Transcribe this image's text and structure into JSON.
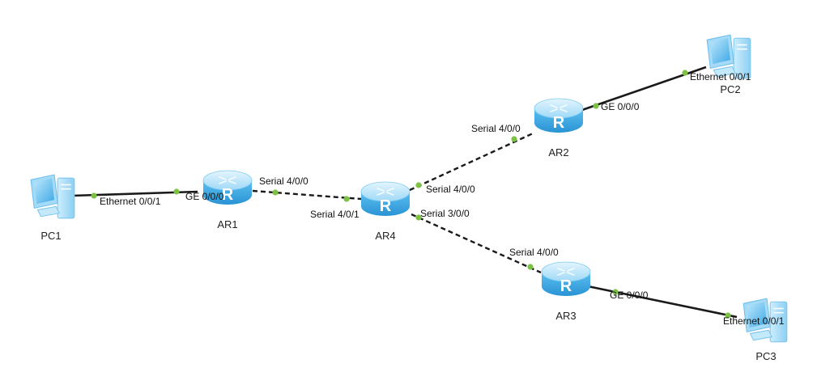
{
  "colors": {
    "solid_link": "#1a1a1a",
    "serial_link": "#1a1a1a",
    "port_dot": "#7cc242",
    "router_top": "#bfe7fb",
    "router_body": "#3fa9e2",
    "router_dark": "#2188c8",
    "pc_screen": "#5fbdf0",
    "pc_frame": "#9fd8f6"
  },
  "devices": {
    "pc1": {
      "name": "PC1",
      "type": "pc",
      "icon": "pc-icon"
    },
    "pc2": {
      "name": "PC2",
      "type": "pc",
      "icon": "pc-icon"
    },
    "pc3": {
      "name": "PC3",
      "type": "pc",
      "icon": "pc-icon"
    },
    "ar1": {
      "name": "AR1",
      "type": "router",
      "icon": "router-icon"
    },
    "ar2": {
      "name": "AR2",
      "type": "router",
      "icon": "router-icon"
    },
    "ar3": {
      "name": "AR3",
      "type": "router",
      "icon": "router-icon"
    },
    "ar4": {
      "name": "AR4",
      "type": "router",
      "icon": "router-icon"
    }
  },
  "links": [
    {
      "from": "pc1",
      "to": "ar1",
      "kind": "ethernet",
      "from_port": "Ethernet 0/0/1",
      "to_port": "GE 0/0/0"
    },
    {
      "from": "ar1",
      "to": "ar4",
      "kind": "serial",
      "from_port": "Serial 4/0/0",
      "to_port": "Serial 4/0/1"
    },
    {
      "from": "ar4",
      "to": "ar2",
      "kind": "serial",
      "from_port": "Serial 4/0/0",
      "to_port": "Serial 4/0/0"
    },
    {
      "from": "ar4",
      "to": "ar3",
      "kind": "serial",
      "from_port": "Serial 3/0/0",
      "to_port": "Serial 4/0/0"
    },
    {
      "from": "ar2",
      "to": "pc2",
      "kind": "ethernet",
      "from_port": "GE 0/0/0",
      "to_port": "Ethernet 0/0/1"
    },
    {
      "from": "ar3",
      "to": "pc3",
      "kind": "ethernet",
      "from_port": "GE 0/0/0",
      "to_port": "Ethernet 0/0/1"
    }
  ]
}
